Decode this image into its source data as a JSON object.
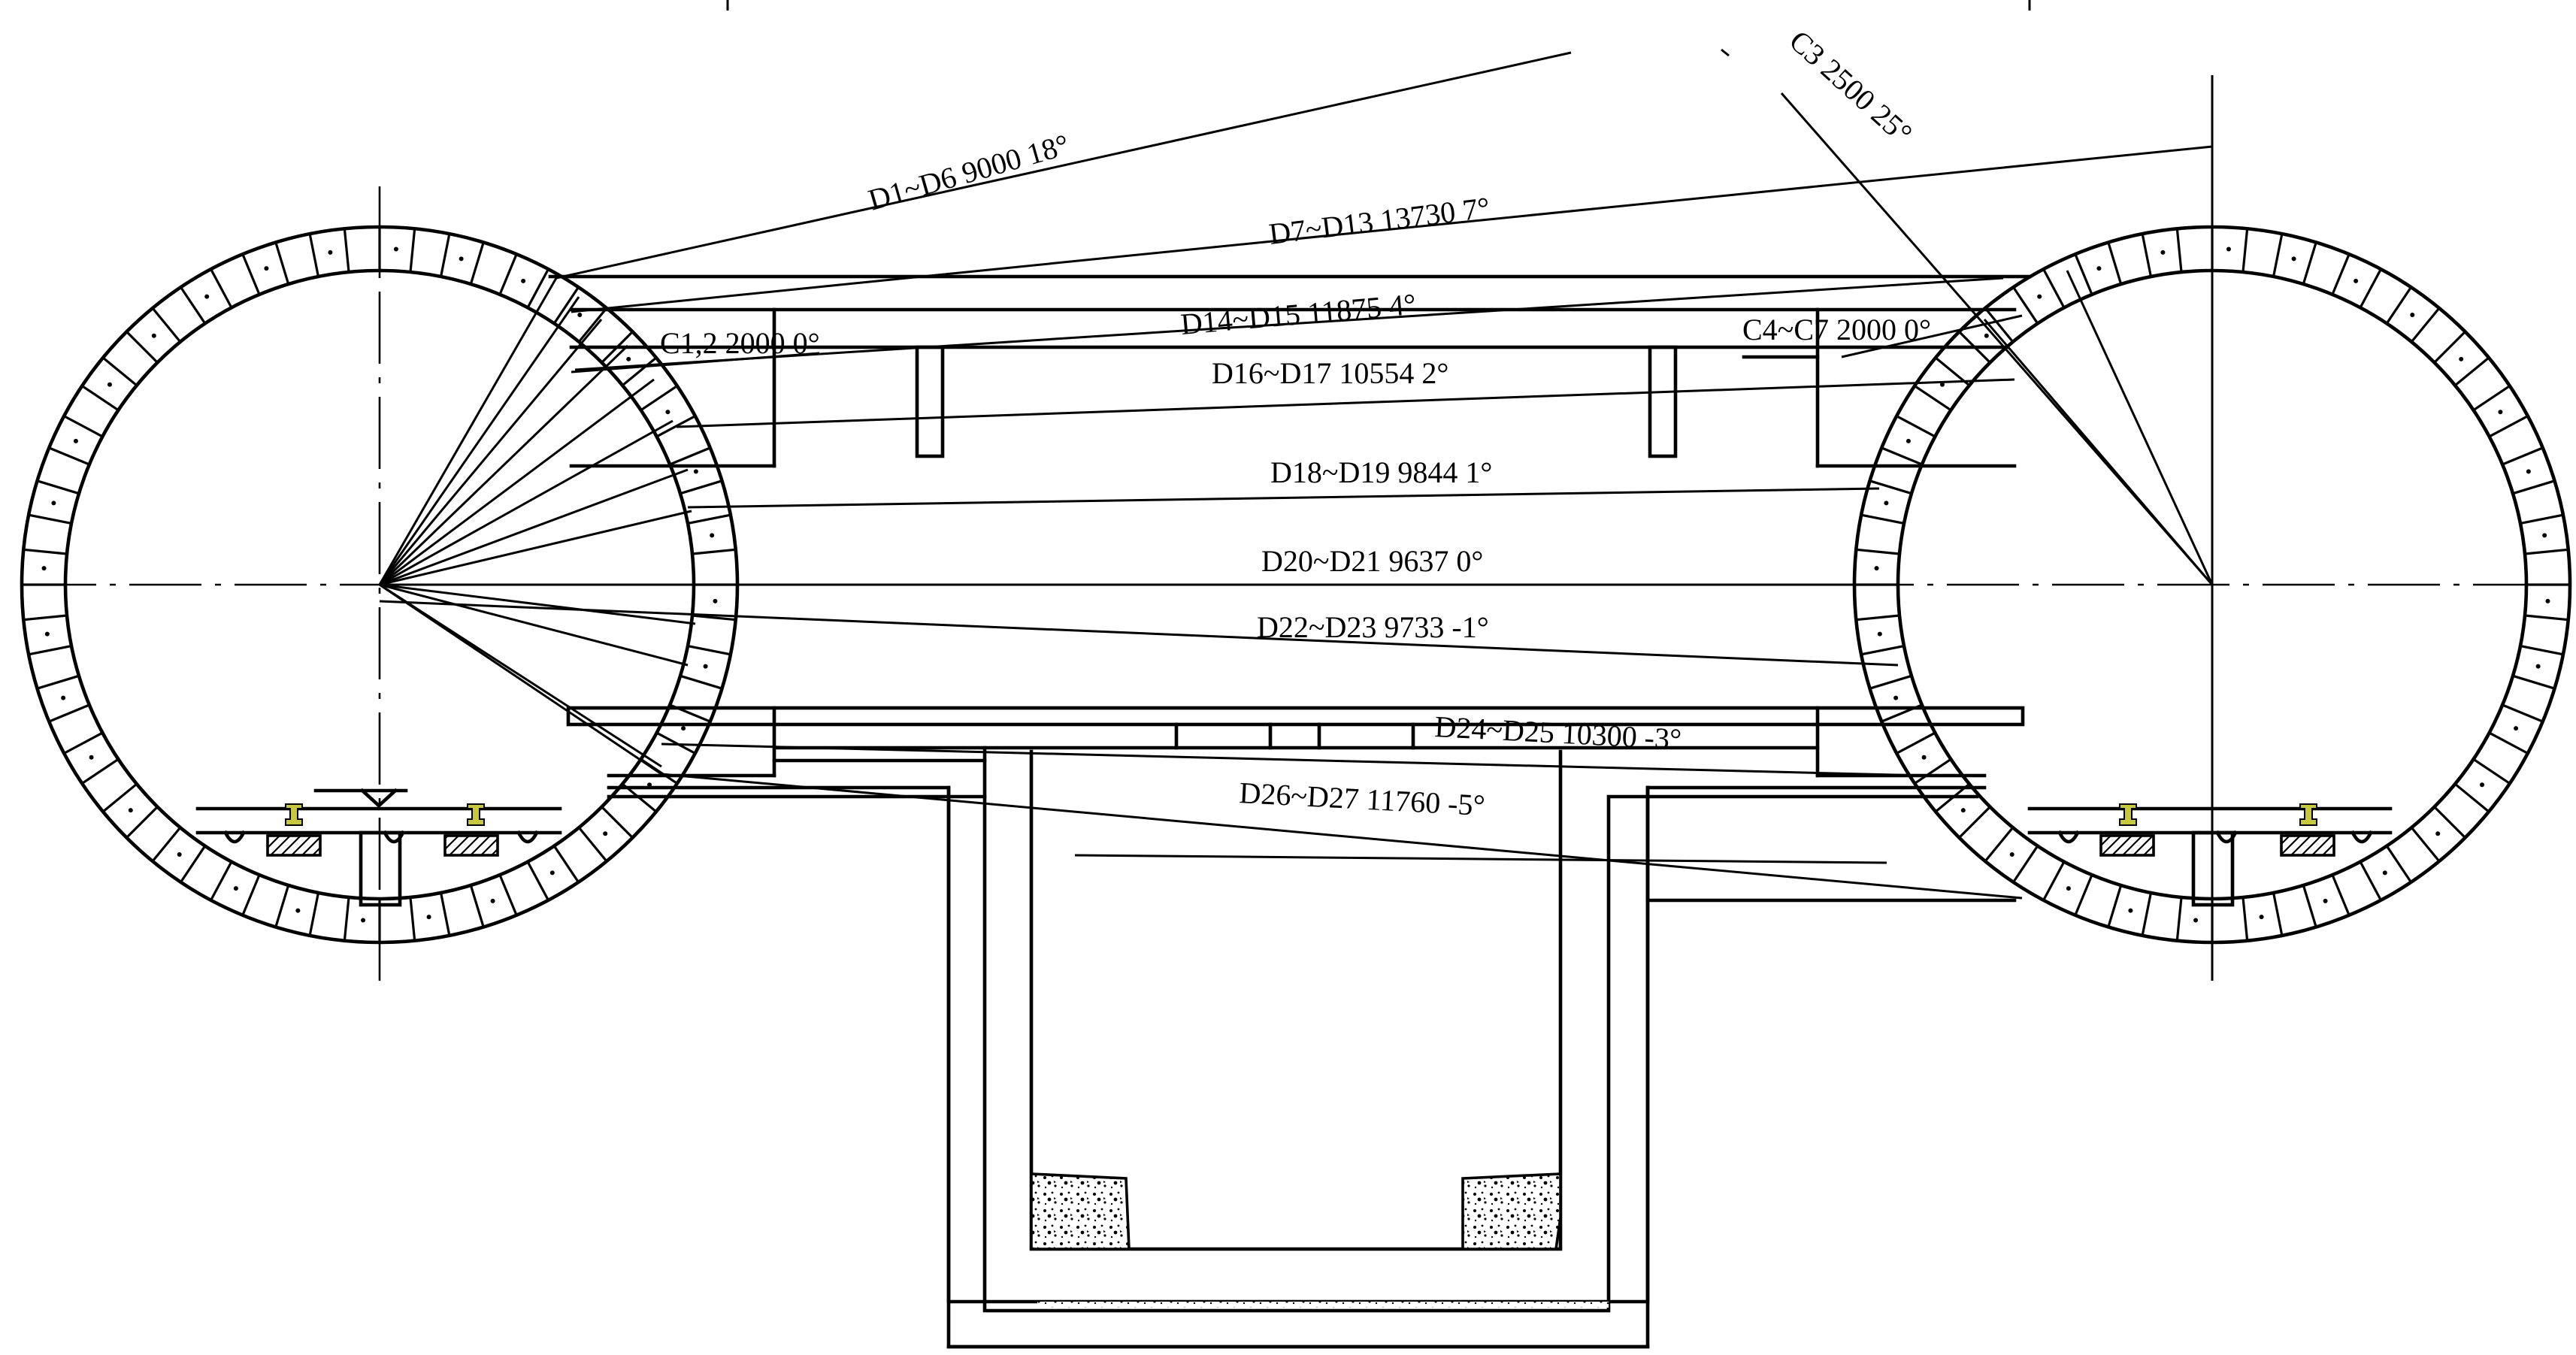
{
  "labels": {
    "d1_d6": "D1~D6 9000 18°",
    "c3": "C3 2500 25°",
    "d7_d13": "D7~D13 13730 7°",
    "d14_d15": "D14~D15 11875 4°",
    "c1_2": "C1,2 2000 0°",
    "c4_c7": "C4~C7 2000 0°",
    "d16_d17": "D16~D17 10554 2°",
    "d18_d19": "D18~D19 9844 1°",
    "d20_d21": "D20~D21 9637 0°",
    "d22_d23": "D22~D23 9733 -1°",
    "d24_d25": "D24~D25 10300 -3°",
    "d26_d27": "D26~D27 11760 -5°"
  },
  "colors": {
    "line": "#000000",
    "background": "#ffffff",
    "rail_accent": "#c8c840"
  }
}
